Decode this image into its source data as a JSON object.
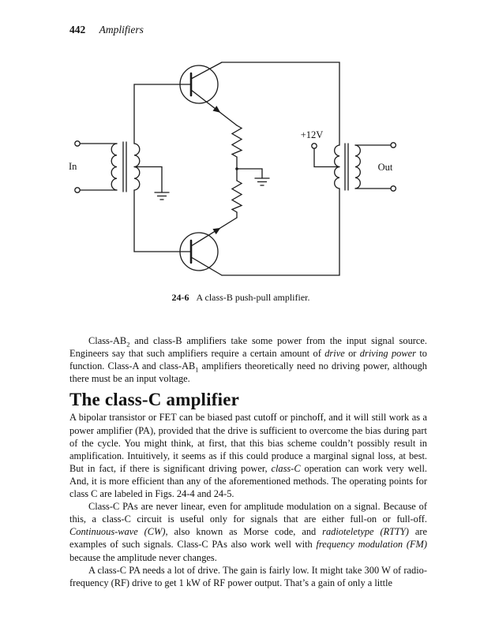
{
  "page": {
    "number": "442",
    "running_head": "Amplifiers"
  },
  "figure": {
    "in_label": "In",
    "out_label": "Out",
    "supply_label": "+12V",
    "caption_number": "24-6",
    "caption_text": "A class-B push-pull amplifier."
  },
  "section": {
    "heading": "The class-C amplifier"
  },
  "paragraphs": {
    "p1": [
      "Class-AB",
      {
        "sub": "2"
      },
      " and class-B amplifiers take some power from the input signal source. Engineers say that such amplifiers require a certain amount of ",
      {
        "i": "drive"
      },
      " or ",
      {
        "i": "driving power"
      },
      " to function. Class-A and class-AB",
      {
        "sub": "1"
      },
      " amplifiers theoretically need no driving power, although there must be an input voltage."
    ],
    "p2": [
      "A bipolar transistor or FET can be biased past cutoff or pinchoff, and it will still work as a power amplifier (PA), provided that the drive is sufficient to overcome the bias during part of the cycle. You might think, at first, that this bias scheme couldn’t possibly result in amplification. Intuitively, it seems as if this could produce a marginal signal loss, at best. But in fact, if there is significant driving power, ",
      {
        "i": "class-C"
      },
      " operation can work very well. And, it is more efficient than any of the aforementioned methods. The operating points for class C are labeled in Figs. 24-4 and 24-5."
    ],
    "p3": [
      "Class-C PAs are never linear, even for amplitude modulation on a signal. Because of this, a class-C circuit is useful only for signals that are either full-on or full-off. ",
      {
        "i": "Continuous-wave (CW),"
      },
      " also known as Morse code, and ",
      {
        "i": "radioteletype (RTTY)"
      },
      " are examples of such signals. Class-C PAs also work well with ",
      {
        "i": "frequency modulation (FM)"
      },
      " because the amplitude never changes."
    ],
    "p4": [
      "A class-C PA needs a lot of drive. The gain is fairly low. It might take 300 W of radio-frequency (RF) drive to get 1 kW of RF power output. That’s a gain of only a little"
    ]
  }
}
